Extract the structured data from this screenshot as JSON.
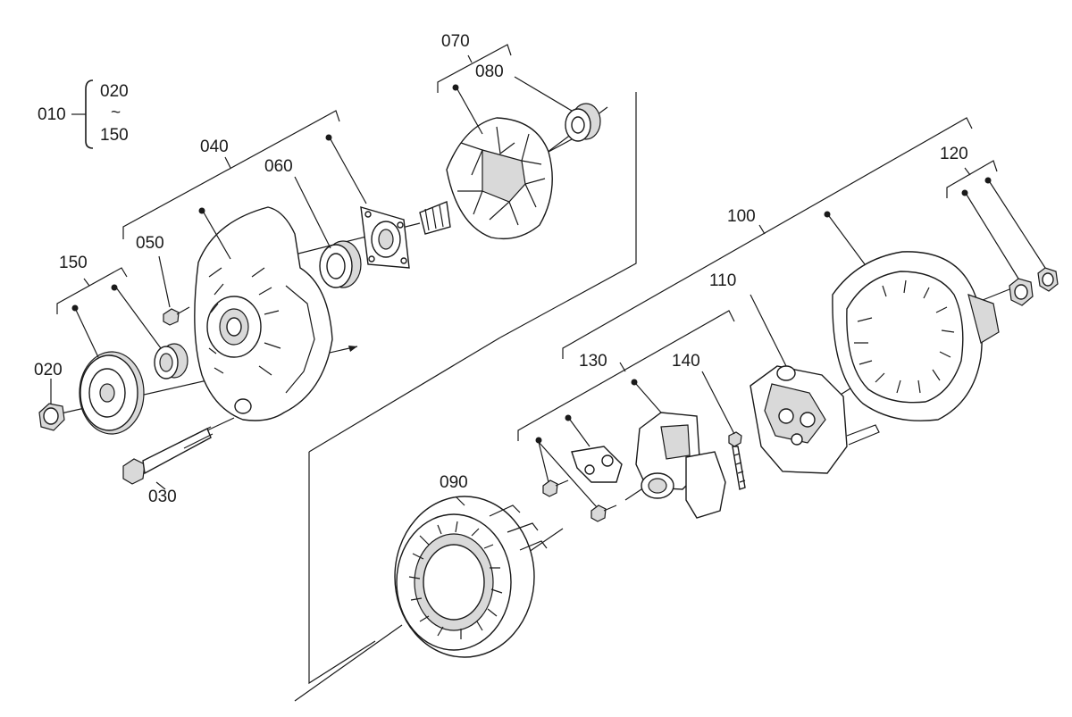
{
  "assembly": {
    "number": "010",
    "range_from": "020",
    "range_sep": "~",
    "range_to": "150"
  },
  "callouts": [
    {
      "id": "020",
      "label": "020"
    },
    {
      "id": "030",
      "label": "030"
    },
    {
      "id": "040",
      "label": "040"
    },
    {
      "id": "050",
      "label": "050"
    },
    {
      "id": "060",
      "label": "060"
    },
    {
      "id": "070",
      "label": "070"
    },
    {
      "id": "080",
      "label": "080"
    },
    {
      "id": "090",
      "label": "090"
    },
    {
      "id": "100",
      "label": "100"
    },
    {
      "id": "110",
      "label": "110"
    },
    {
      "id": "120",
      "label": "120"
    },
    {
      "id": "130",
      "label": "130"
    },
    {
      "id": "140",
      "label": "140"
    },
    {
      "id": "150",
      "label": "150"
    }
  ]
}
